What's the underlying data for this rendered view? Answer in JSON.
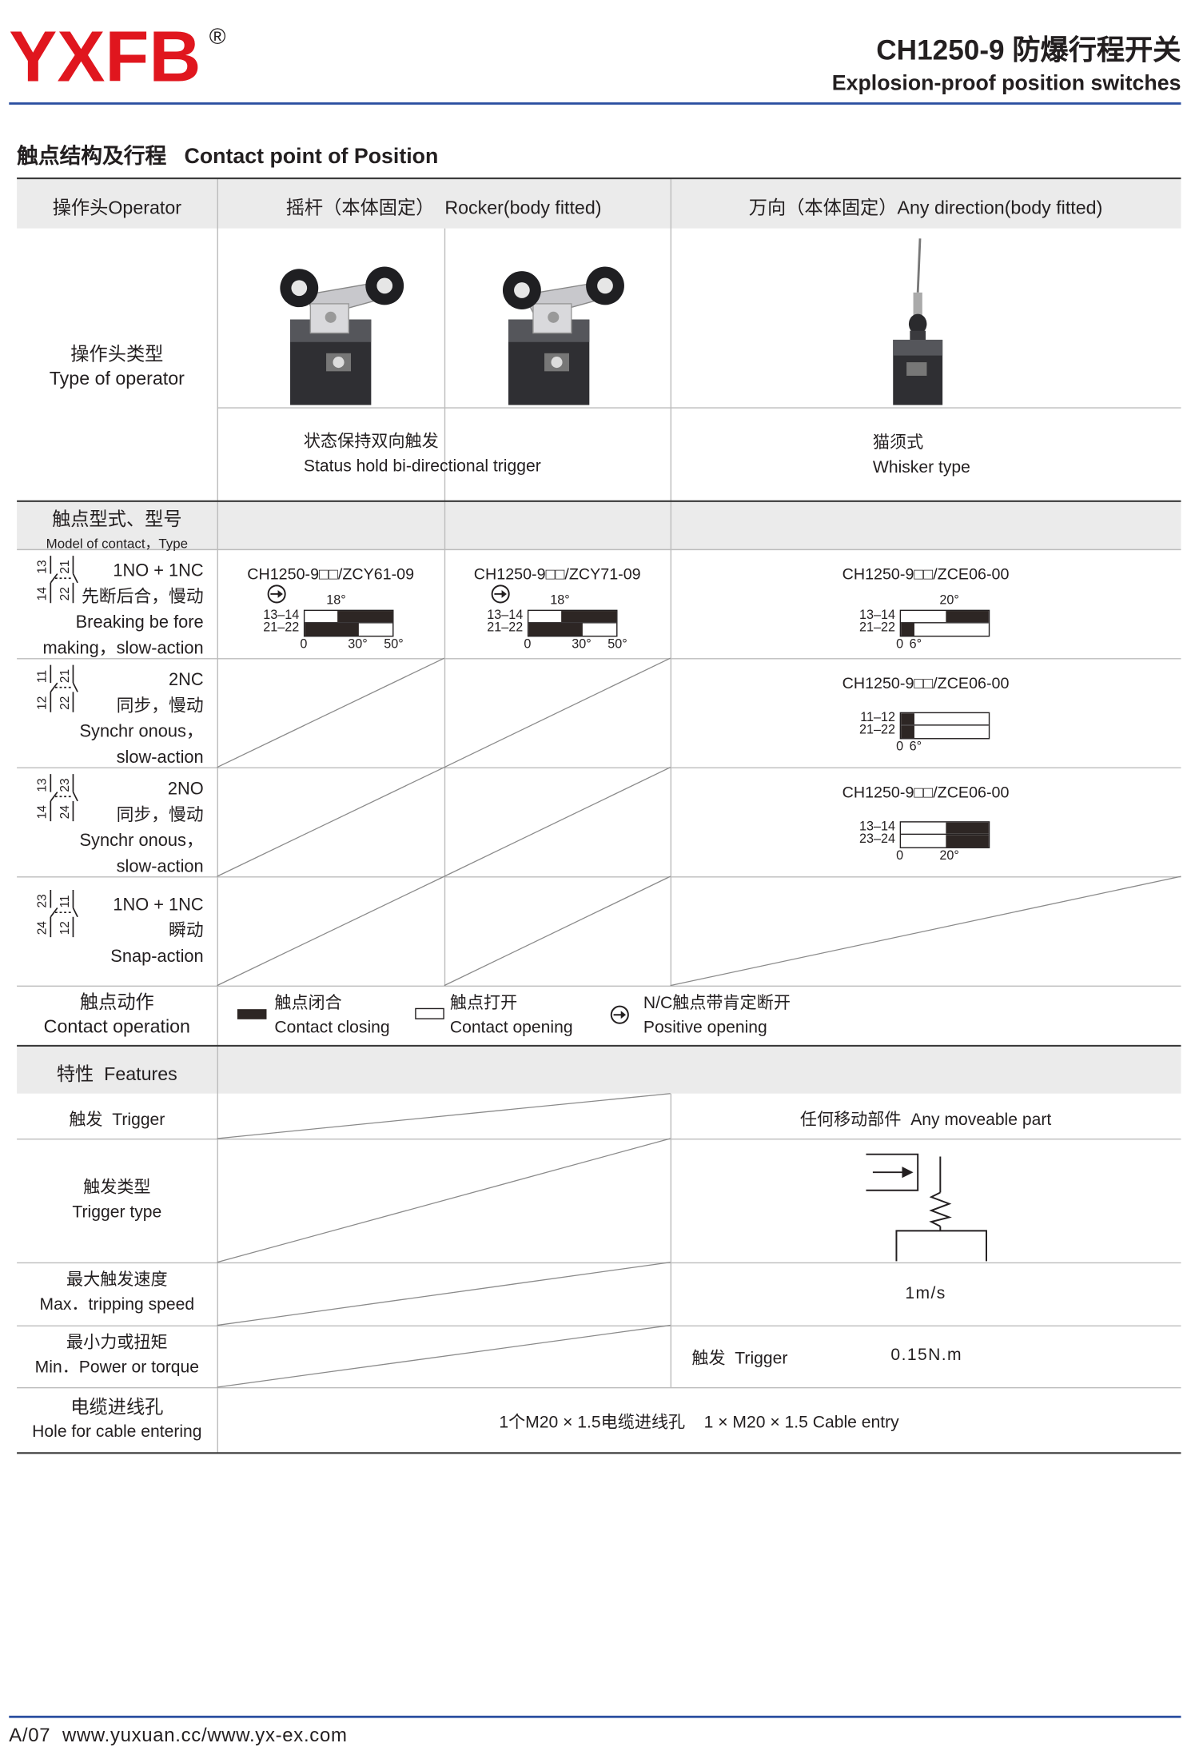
{
  "brand": {
    "logo": "YXFB",
    "registered": "®",
    "color": "#e0161e"
  },
  "header": {
    "title": "CH1250-9  防爆行程开关",
    "subtitle": "Explosion-proof position switches"
  },
  "section_title": "触点结构及行程   Contact point of Position",
  "table": {
    "headers": {
      "operator": "操作头Operator",
      "rocker": "摇杆（本体固定）  Rocker(body fitted)",
      "any_direction": "万向（本体固定）Any direction(body fitted)"
    },
    "operator_type": {
      "label_cn": "操作头类型",
      "label_en": "Type of operator",
      "desc_rocker": {
        "cn": "状态保持双向触发",
        "en": "Status hold bi-directional trigger"
      },
      "desc_whisker": {
        "cn": "猫须式",
        "en": "Whisker type"
      }
    },
    "contact_header": {
      "cn": "触点型式、型号",
      "en": "Model of contact，Type"
    },
    "contact_rows": [
      {
        "type": "1NO + 1NC",
        "lines": [
          "先断后合，慢动",
          "Breaking be fore",
          "making，slow-action"
        ],
        "terminals": [
          "13",
          "14",
          "21",
          "22"
        ]
      },
      {
        "type": "2NC",
        "lines": [
          "同步，慢动",
          "Synchr onous，",
          "slow-action"
        ],
        "terminals": [
          "11",
          "12",
          "21",
          "22"
        ]
      },
      {
        "type": "2NO",
        "lines": [
          "同步，慢动",
          "Synchr onous，",
          "slow-action"
        ],
        "terminals": [
          "13",
          "14",
          "23",
          "24"
        ]
      },
      {
        "type": "1NO + 1NC",
        "lines": [
          "瞬动",
          "Snap-action"
        ],
        "terminals": [
          "23",
          "24",
          "11",
          "12"
        ]
      }
    ],
    "diagrams": [
      {
        "model": "CH1250-9□□/ZCY61-09",
        "positive_opening": true,
        "max": 50,
        "contacts": [
          {
            "label": "13–14",
            "closed": [
              18,
              50
            ]
          },
          {
            "label": "21–22",
            "closed": [
              0,
              30
            ]
          }
        ],
        "top_ticks": [
          {
            "at": 18,
            "text": "18°"
          }
        ],
        "bottom_ticks": [
          {
            "at": 0,
            "text": "0"
          },
          {
            "at": 30,
            "text": "30°"
          },
          {
            "at": 50,
            "text": "50°"
          }
        ]
      },
      {
        "model": "CH1250-9□□/ZCY71-09",
        "positive_opening": true,
        "max": 50,
        "contacts": [
          {
            "label": "13–14",
            "closed": [
              18,
              50
            ]
          },
          {
            "label": "21–22",
            "closed": [
              0,
              30
            ]
          }
        ],
        "top_ticks": [
          {
            "at": 18,
            "text": "18°"
          }
        ],
        "bottom_ticks": [
          {
            "at": 0,
            "text": "0"
          },
          {
            "at": 30,
            "text": "30°"
          },
          {
            "at": 50,
            "text": "50°"
          }
        ]
      },
      {
        "model": "CH1250-9□□/ZCE06-00",
        "positive_opening": false,
        "max": 40,
        "contacts": [
          {
            "label": "13–14",
            "closed": [
              20,
              40
            ]
          },
          {
            "label": "21–22",
            "closed": [
              0,
              6
            ]
          }
        ],
        "top_ticks": [
          {
            "at": 22,
            "text": "20°"
          }
        ],
        "bottom_ticks": [
          {
            "at": 0,
            "text": "0"
          },
          {
            "at": 7,
            "text": "6°"
          }
        ]
      },
      {
        "model": "CH1250-9□□/ZCE06-00",
        "positive_opening": false,
        "max": 40,
        "contacts": [
          {
            "label": "11–12",
            "closed": [
              0,
              6
            ]
          },
          {
            "label": "21–22",
            "closed": [
              0,
              6
            ]
          }
        ],
        "top_ticks": [],
        "bottom_ticks": [
          {
            "at": 0,
            "text": "0"
          },
          {
            "at": 7,
            "text": "6°"
          }
        ]
      },
      {
        "model": "CH1250-9□□/ZCE06-00",
        "positive_opening": false,
        "max": 40,
        "contacts": [
          {
            "label": "13–14",
            "closed": [
              20,
              40
            ]
          },
          {
            "label": "23–24",
            "closed": [
              20,
              40
            ]
          }
        ],
        "top_ticks": [],
        "bottom_ticks": [
          {
            "at": 0,
            "text": "0"
          },
          {
            "at": 22,
            "text": "20°"
          }
        ]
      }
    ],
    "contact_operation": {
      "label_cn": "触点动作",
      "label_en": "Contact operation",
      "closing": {
        "cn": "触点闭合",
        "en": "Contact closing"
      },
      "opening": {
        "cn": "触点打开",
        "en": "Contact opening"
      },
      "positive": {
        "cn": "N/C触点带肯定断开",
        "en": "Positive opening"
      }
    },
    "features": {
      "header": "特性  Features",
      "trigger": {
        "label": "触发  Trigger",
        "value": "任何移动部件  Any moveable part"
      },
      "trigger_type": {
        "label_cn": "触发类型",
        "label_en": "Trigger type"
      },
      "max_speed": {
        "label_cn": "最大触发速度",
        "label_en": "Max．tripping speed",
        "value": "1m/s"
      },
      "min_power": {
        "label_cn": "最小力或扭矩",
        "label_en": "Min．Power or torque",
        "value_label": "触发  Trigger",
        "value": "0.15N.m"
      },
      "cable": {
        "label_cn": "电缆进线孔",
        "label_en": "Hole for cable entering",
        "value": "1个M20 × 1.5电缆进线孔    1 × M20 × 1.5 Cable entry"
      }
    }
  },
  "footer": "A/07  www.yuxuan.cc/www.yx-ex.com",
  "colors": {
    "accent_line": "#2b4fa0",
    "header_bg": "#ebebeb",
    "closed": "#2d2624"
  }
}
